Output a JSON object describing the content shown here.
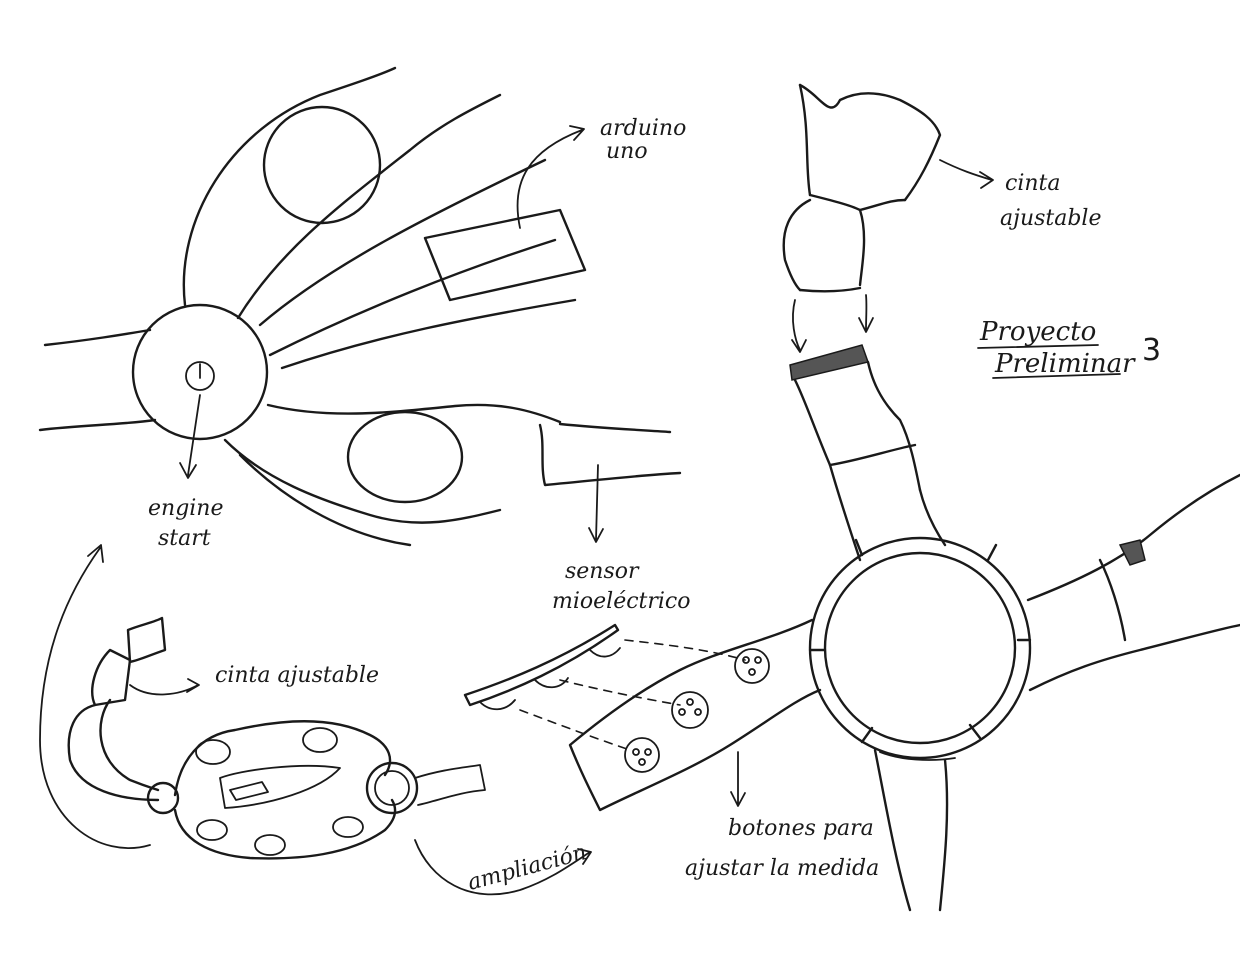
{
  "labels": {
    "arduino_line1": "arduino",
    "arduino_line2": "uno",
    "engine_line1": "engine",
    "engine_line2": "start",
    "cinta_top_line1": "cinta",
    "cinta_top_line2": "ajustable",
    "cinta_left": "cinta ajustable",
    "sensor_line1": "sensor",
    "sensor_line2": "mioeléctrico",
    "botones_line1": "botones para",
    "botones_line2": "ajustar la medida",
    "ampliacion": "ampliación",
    "project_line1": "Proyecto",
    "project_line2": "Preliminar",
    "project_number": "3"
  }
}
